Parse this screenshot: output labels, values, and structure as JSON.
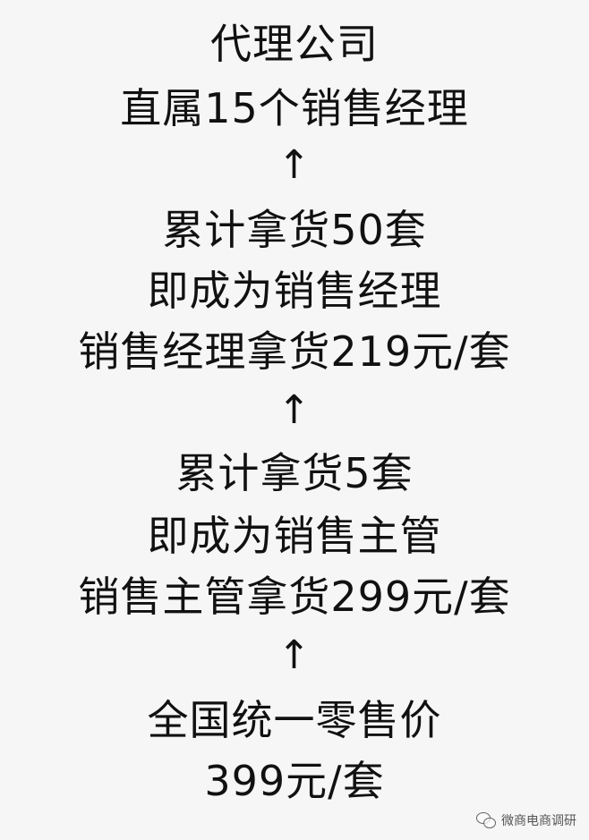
{
  "lines": [
    "代理公司",
    "直属15个销售经理",
    "↑",
    "累计拿货50套",
    "即成为销售经理",
    "销售经理拿货219元/套",
    "↑",
    "累计拿货5套",
    "即成为销售主管",
    "销售主管拿货299元/套",
    "↑",
    "全国统一零售价",
    "399元/套"
  ],
  "watermark": {
    "text": "微商电商调研",
    "icon": "wechat-icon"
  }
}
